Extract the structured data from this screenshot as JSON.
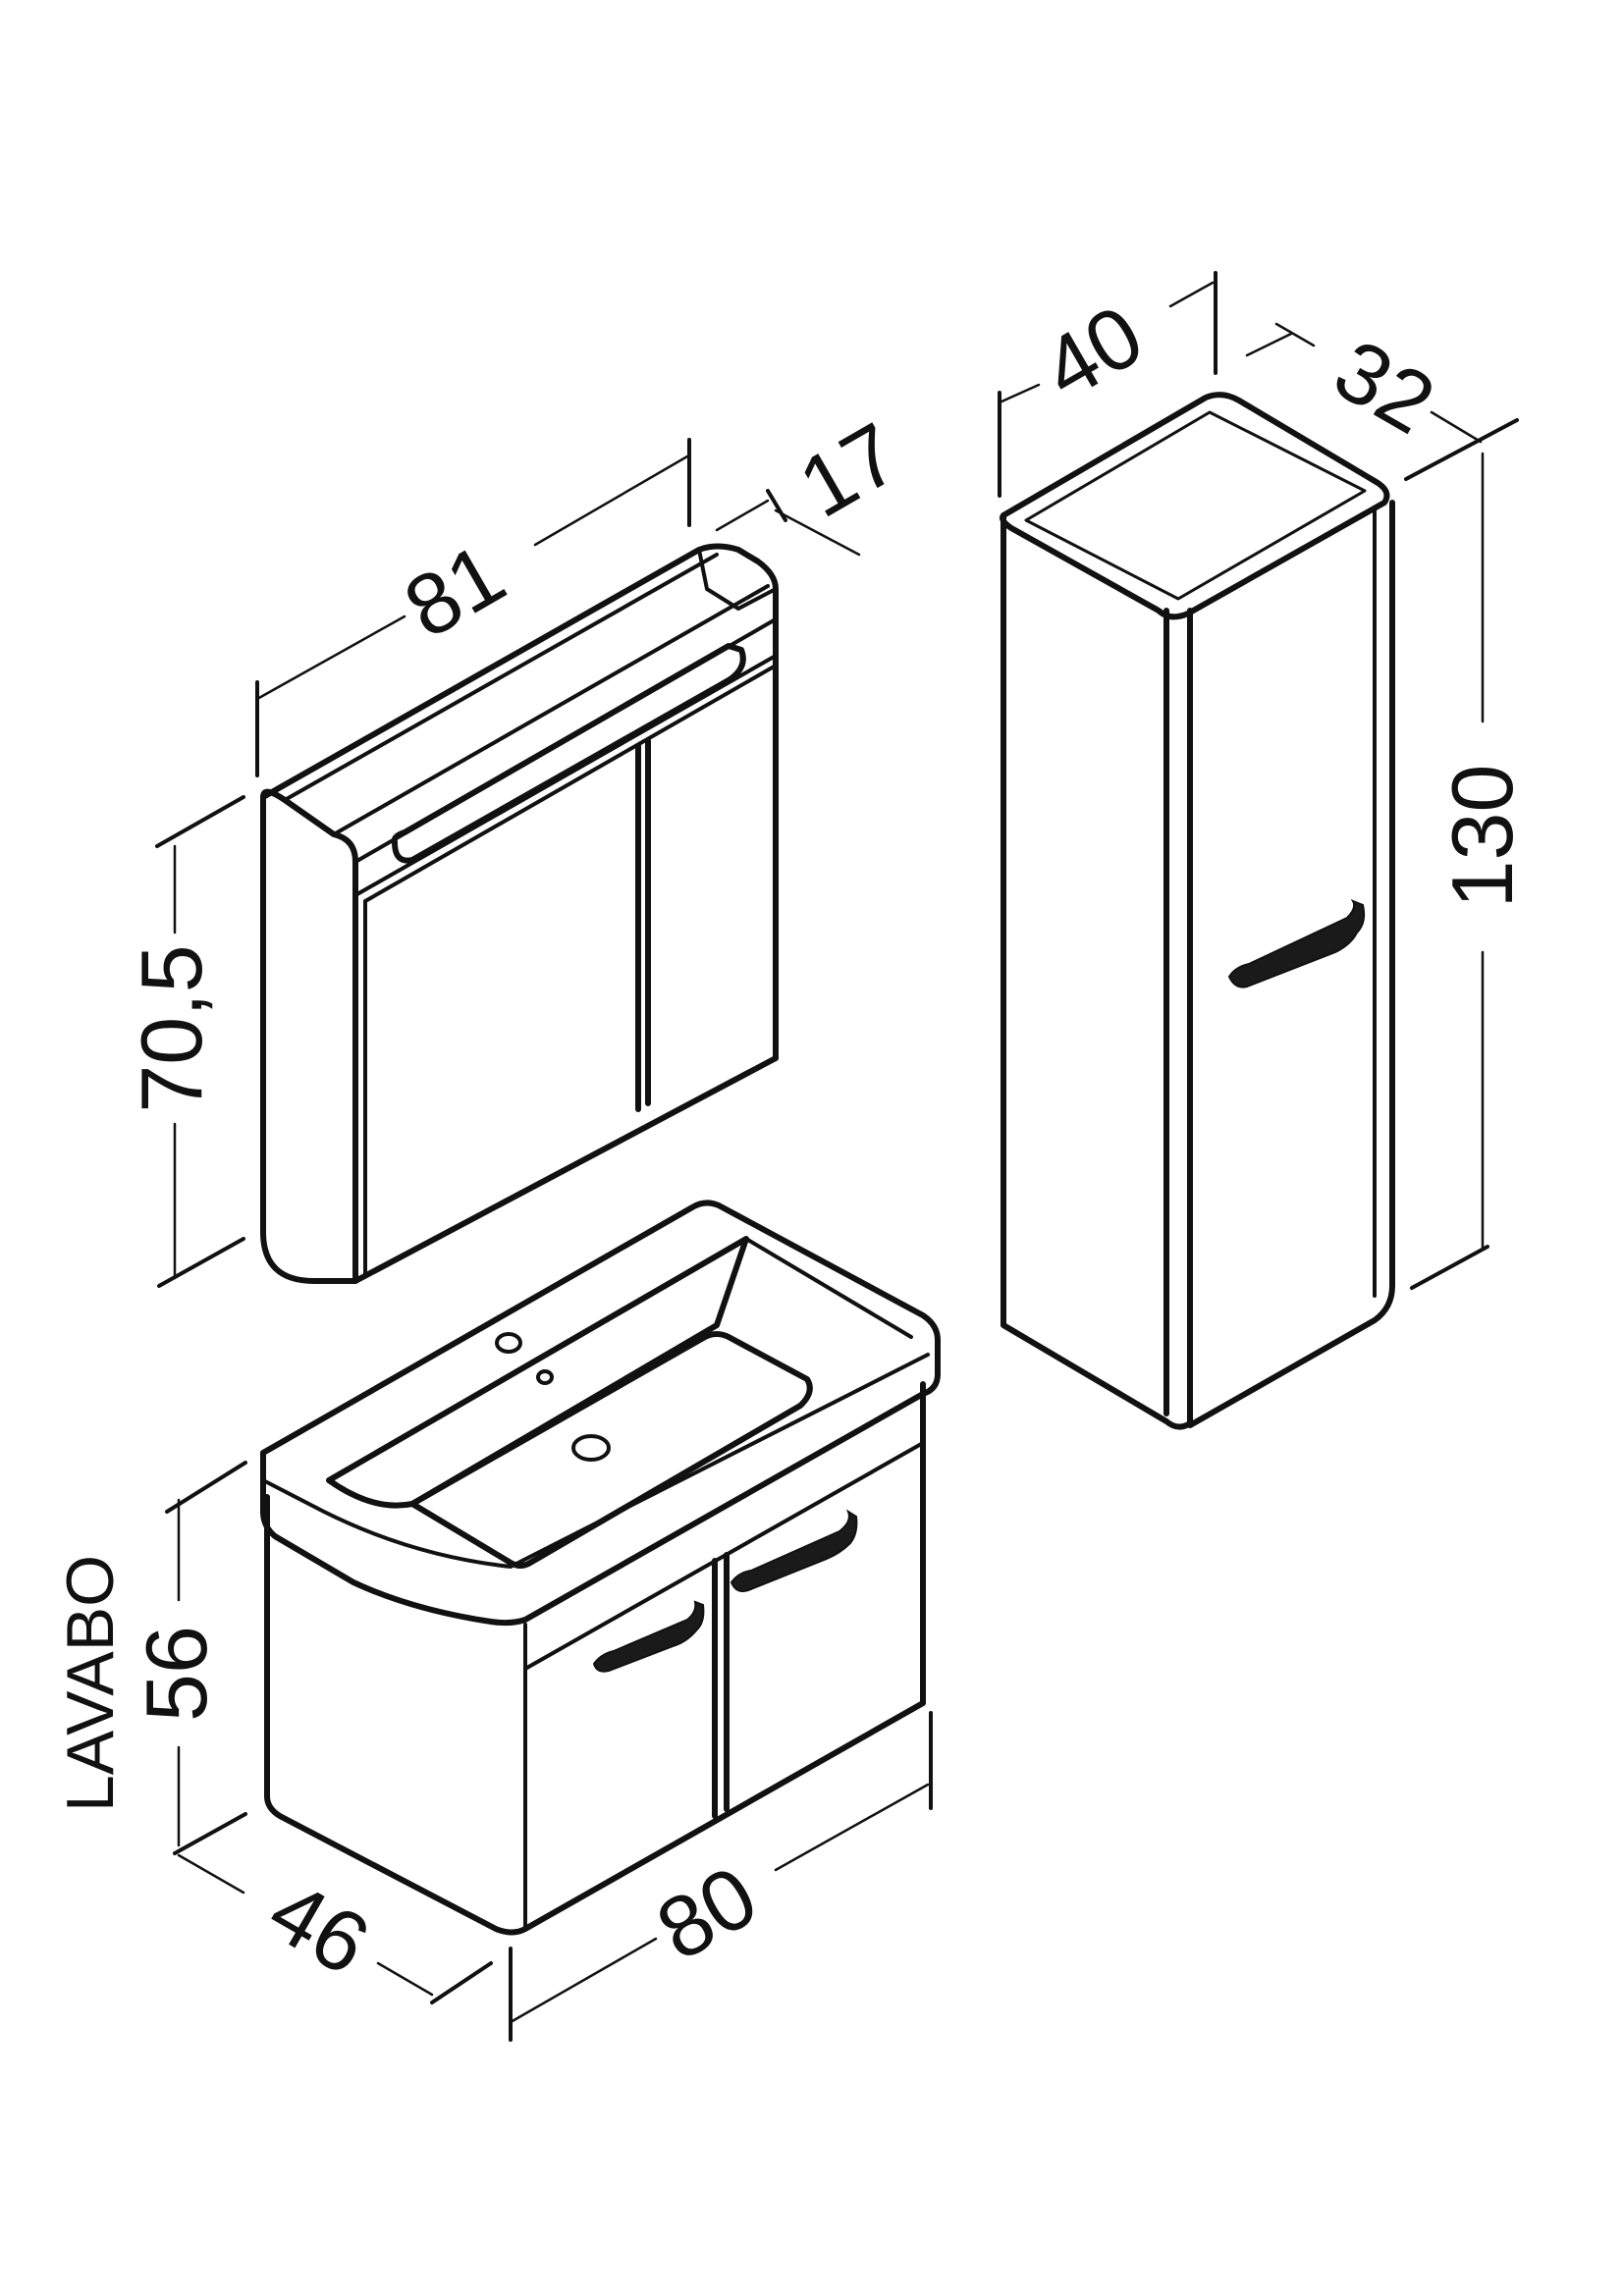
{
  "dimensions": {
    "mirror_width": "81",
    "mirror_depth": "17",
    "mirror_height": "70,5",
    "tall_width": "40",
    "tall_depth": "32",
    "tall_height": "130",
    "basin_height": "56",
    "basin_label": "LAVABO",
    "basin_depth": "46",
    "basin_width": "80"
  }
}
